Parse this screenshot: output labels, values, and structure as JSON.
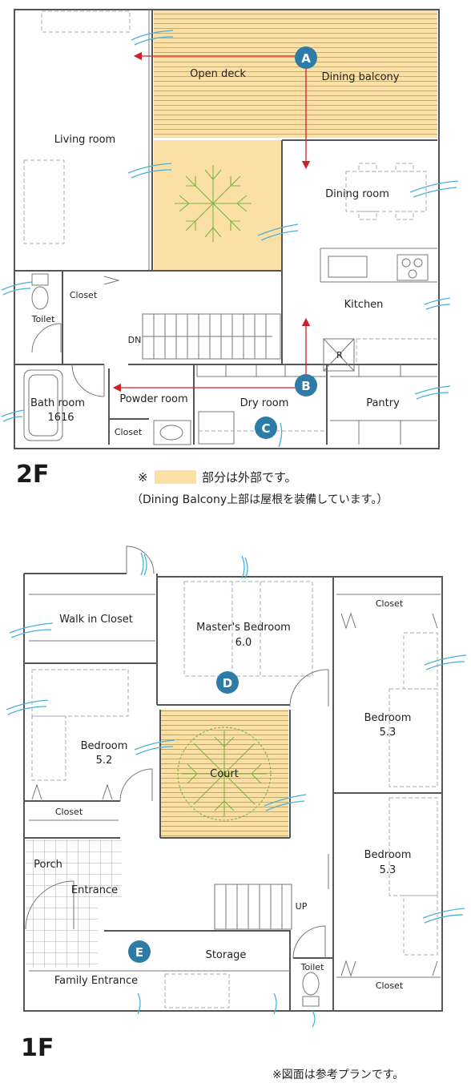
{
  "floor2": {
    "title": "2F",
    "rooms": {
      "open_deck": "Open deck",
      "dining_balcony": "Dining balcony",
      "living_room": "Living room",
      "dining_room": "Dining room",
      "kitchen": "Kitchen",
      "toilet": "Toilet",
      "closet_1": "Closet",
      "dn": "DN",
      "bath_room": "Bath room",
      "bath_size": "1616",
      "powder_room": "Powder room",
      "dry_room": "Dry room",
      "pantry": "Pantry",
      "closet_2": "Closet",
      "fridge": "R"
    },
    "markers": [
      "A",
      "B",
      "C"
    ]
  },
  "floor1": {
    "title": "1F",
    "rooms": {
      "walk_in_closet": "Walk in Closet",
      "master_bedroom": "Master's Bedroom",
      "master_size": "6.0",
      "closet_top": "Closet",
      "bedroom_right_top": "Bedroom",
      "bedroom_right_top_size": "5.3",
      "bedroom_left": "Bedroom",
      "bedroom_left_size": "5.2",
      "court": "Court",
      "closet_left": "Closet",
      "bedroom_right_bottom": "Bedroom",
      "bedroom_right_bottom_size": "5.3",
      "porch": "Porch",
      "entrance": "Entrance",
      "up": "UP",
      "storage": "Storage",
      "toilet": "Toilet",
      "family_entrance": "Family Entrance",
      "closet_bottom": "Closet"
    },
    "markers": [
      "D",
      "E"
    ]
  },
  "notes": {
    "exterior_prefix": "※",
    "exterior_suffix": "部分は外部です。",
    "roof_note": "（Dining Balcony上部は屋根を装備しています。）",
    "reference_note": "※図面は参考プランです。"
  },
  "colors": {
    "exterior": "#fbe0a6",
    "badge": "#2e7ba8",
    "arrow": "#d0202a",
    "wind": "#4ab0d8",
    "tree": "#7cb342"
  }
}
